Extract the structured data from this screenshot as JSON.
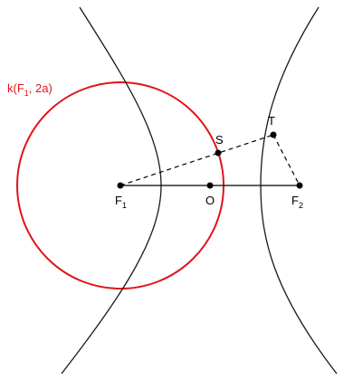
{
  "colors": {
    "circle": "#e0141a",
    "curve": "#1a1a1a",
    "line": "#000000",
    "point": "#000000"
  },
  "circle_label": {
    "main": "k(F",
    "sub": "1",
    "rest": ", 2a)"
  },
  "points": {
    "F1": {
      "letter": "F",
      "sub": "1"
    },
    "F2": {
      "letter": "F",
      "sub": "2"
    },
    "O": {
      "letter": "O"
    },
    "S": {
      "letter": "S"
    },
    "T": {
      "letter": "T"
    }
  }
}
